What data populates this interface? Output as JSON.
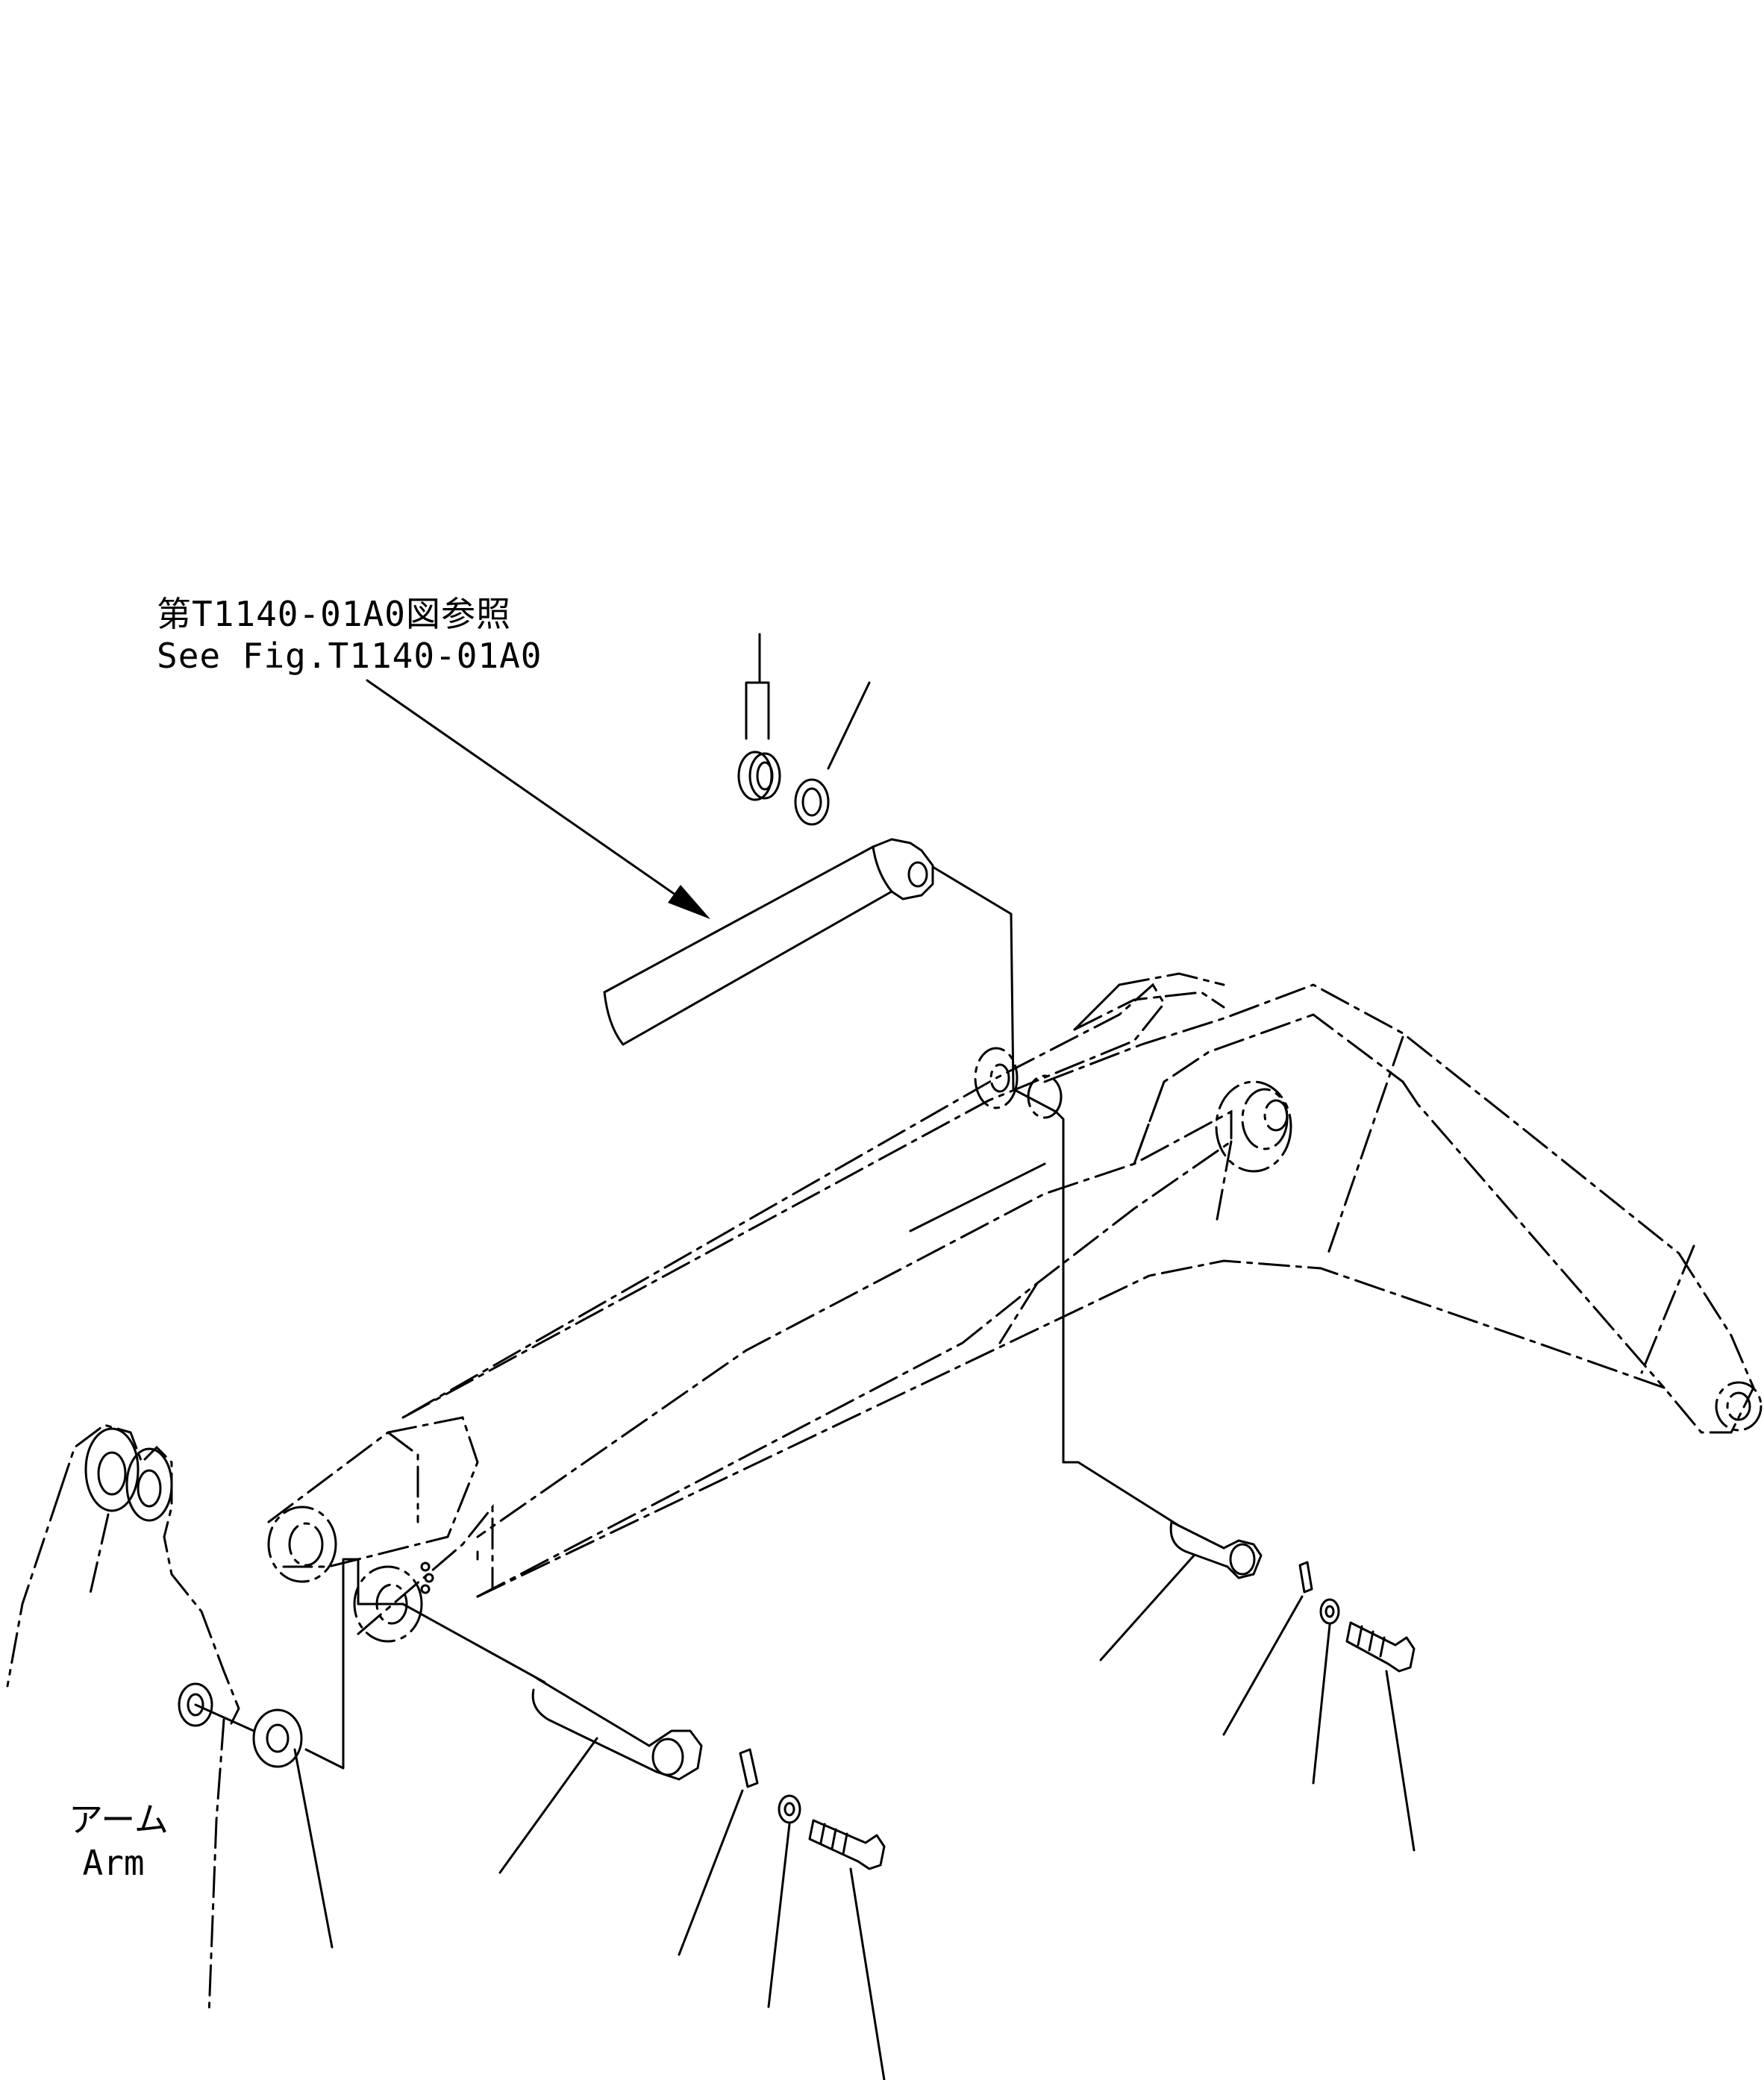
{
  "reference": {
    "japanese": "第T1140-01A0図参照",
    "english": "See Fig.T1140-01A0"
  },
  "arm_label": {
    "japanese": "アーム",
    "english": "Arm"
  },
  "colors": {
    "line": "#000000",
    "background": "#ffffff"
  }
}
